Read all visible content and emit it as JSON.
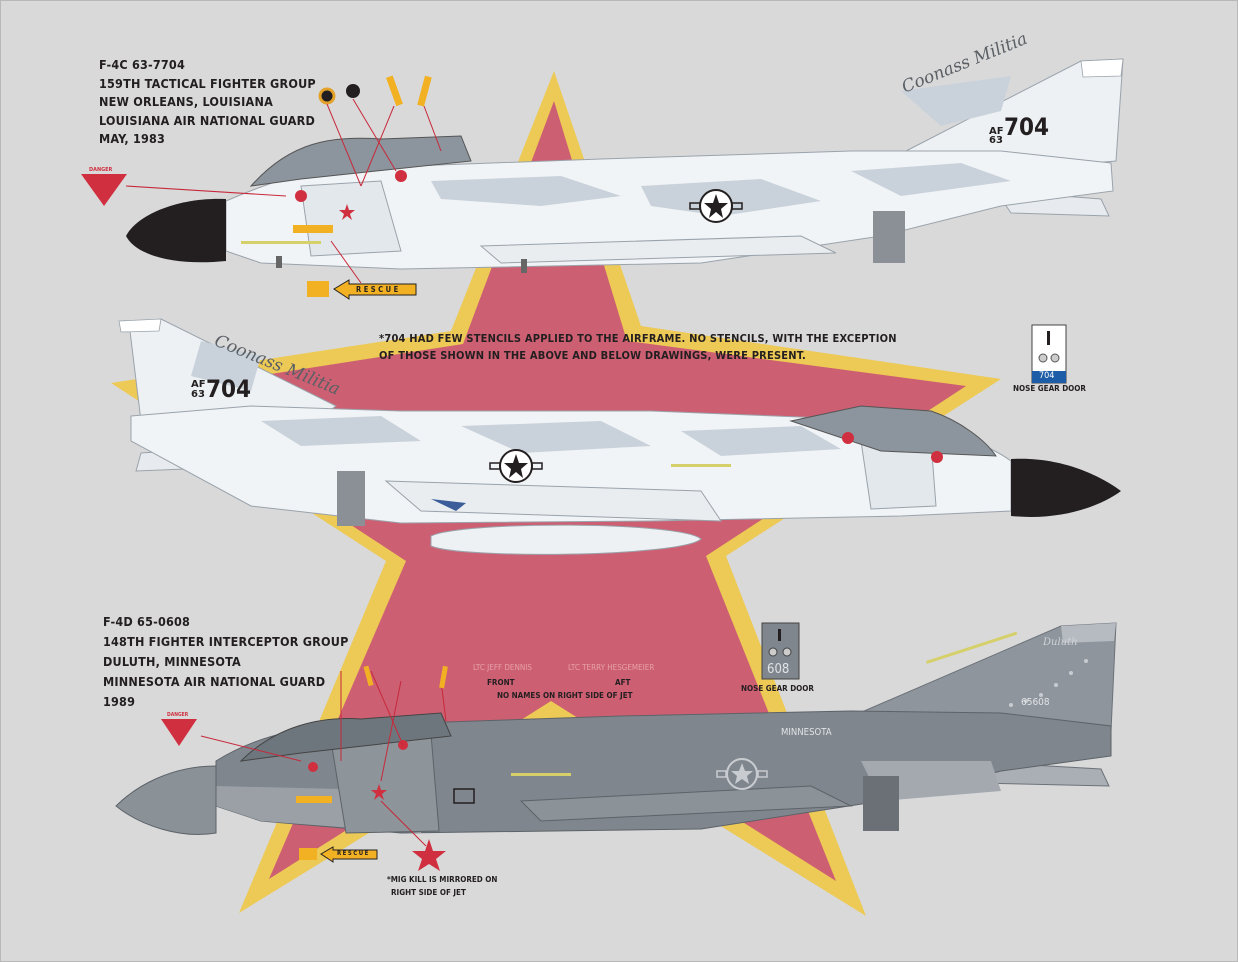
{
  "aircraft_1": {
    "caption": [
      "F-4C 63-7704",
      "159TH TACTICAL FIGHTER GROUP",
      "NEW ORLEANS, LOUISIANA",
      "LOUISIANA AIR NATIONAL GUARD",
      "MAY, 1983"
    ],
    "nose_art": "Coonass Militia",
    "tail_number": "704",
    "rescue_stencil": "RESCUE",
    "danger_stencil": "DANGER"
  },
  "stencil_note": [
    "*704 HAD FEW STENCILS APPLIED TO THE AIRFRAME.  NO STENCILS, WITH THE EXCEPTION",
    "OF THOSE SHOWN IN THE ABOVE AND BELOW DRAWINGS, WERE PRESENT."
  ],
  "aircraft_2": {
    "nose_art": "Coonass Militia",
    "tail_number": "704",
    "nose_gear_door_number": "704",
    "nose_gear_door_label": "NOSE GEAR DOOR"
  },
  "aircraft_3": {
    "caption": [
      "F-4D 65-0608",
      "148TH FIGHTER INTERCEPTOR GROUP",
      "DULUTH, MINNESOTA",
      "MINNESOTA AIR NATIONAL GUARD",
      "1989"
    ],
    "tail_art": "Duluth",
    "tail_number": "65608",
    "fuselage_text": "MINNESOTA",
    "nose_gear_door_number": "608",
    "nose_gear_door_label": "NOSE GEAR DOOR",
    "crew_names": {
      "front_name": "LTC JEFF DENNIS",
      "aft_name": "LTC TERRY HESGEMEIER",
      "front_label": "FRONT",
      "aft_label": "AFT",
      "note": "NO NAMES ON RIGHT SIDE OF JET"
    },
    "rescue_stencil": "RESCUE",
    "danger_stencil": "DANGER",
    "mig_kill_note": [
      "*MIG KILL IS MIRRORED ON",
      "RIGHT SIDE OF JET"
    ]
  },
  "colors": {
    "sheet_background": "#d9d9da",
    "star_yellow": "#edc955",
    "star_red": "#cd5f73",
    "marking_red": "#d02f3f",
    "stencil_yellow": "#f2b123",
    "text": "#231f20",
    "gear_door_blue": "#1d5da7"
  }
}
